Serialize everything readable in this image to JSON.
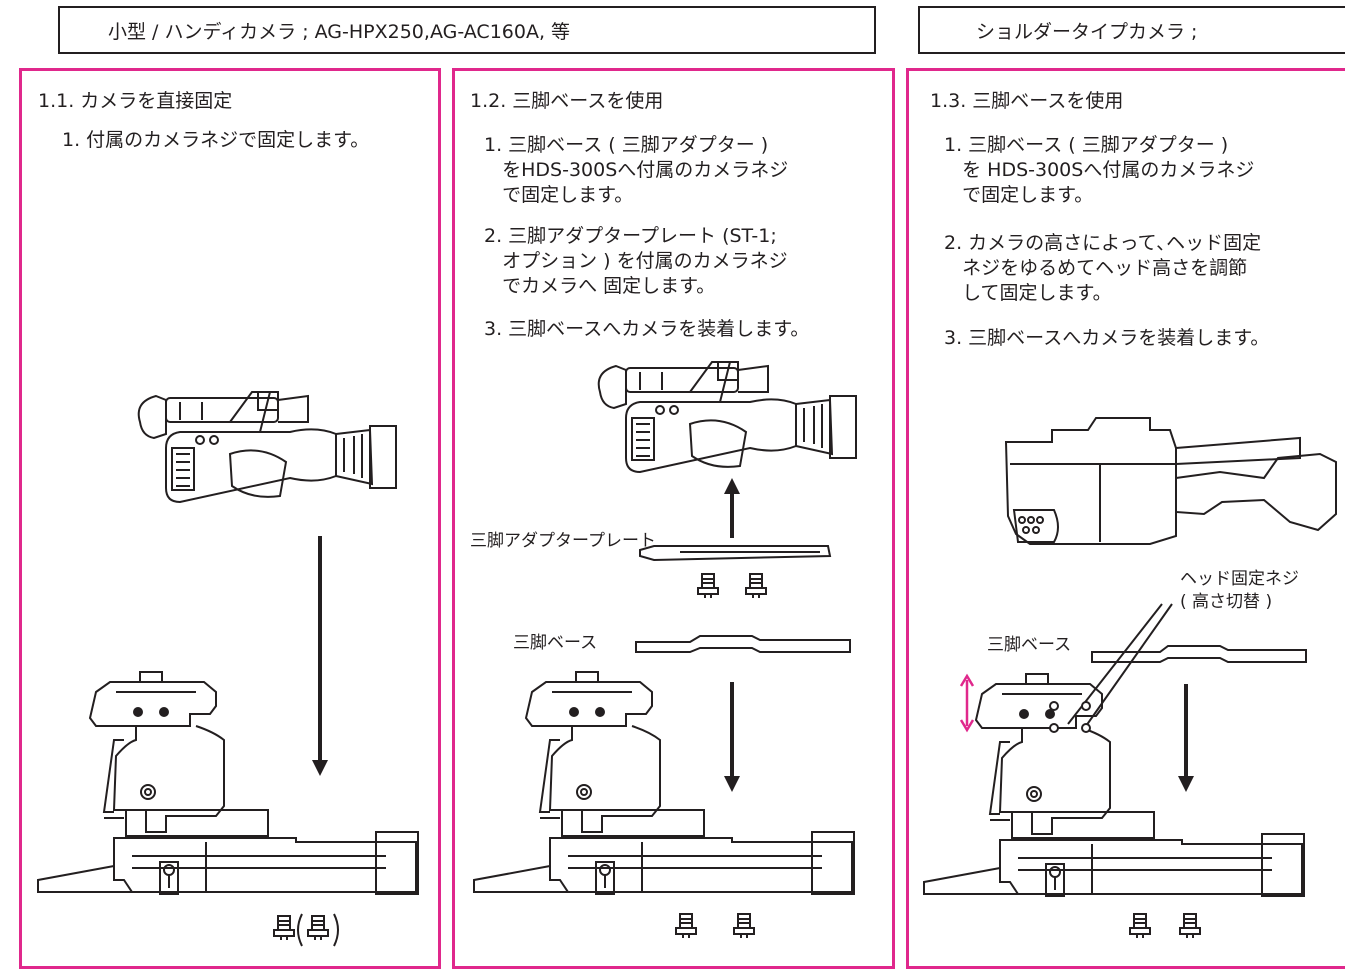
{
  "headers": {
    "left": "小型 / ハンディカメラ ; AG-HPX250,AG-AC160A, 等",
    "right": "ショルダータイプカメラ ;"
  },
  "panels": [
    {
      "title": "1.1. カメラを直接固定",
      "steps": [
        "1. 付属のカメラネジで固定します。"
      ]
    },
    {
      "title": "1.2. 三脚ベースを使用",
      "steps": [
        "1. 三脚ベース ( 三脚アダプター )\n   をHDS-300Sへ付属のカメラネジ\n   で固定します。",
        "2. 三脚アダプタープレート (ST-1;\n   オプション ) を付属のカメラネジ\n   でカメラへ 固定します。",
        "3. 三脚ベースへカメラを装着します。"
      ],
      "labels": {
        "plate": "三脚アダプタープレート",
        "base": "三脚ベース"
      }
    },
    {
      "title": "1.3. 三脚ベースを使用",
      "steps": [
        "1. 三脚ベース ( 三脚アダプター )\n   を HDS-300Sへ付属のカメラネジ\n   で固定します。",
        "2. カメラの高さによって､ヘッド固定\n   ネジをゆるめてヘッド高さを調節\n   して固定します。",
        "3. 三脚ベースへカメラを装着します。"
      ],
      "labels": {
        "knob": "ヘッド固定ネジ\n( 高さ切替 )",
        "base": "三脚ベース"
      }
    }
  ],
  "colors": {
    "panel_border": "#e0288c",
    "ink": "#231f20"
  }
}
